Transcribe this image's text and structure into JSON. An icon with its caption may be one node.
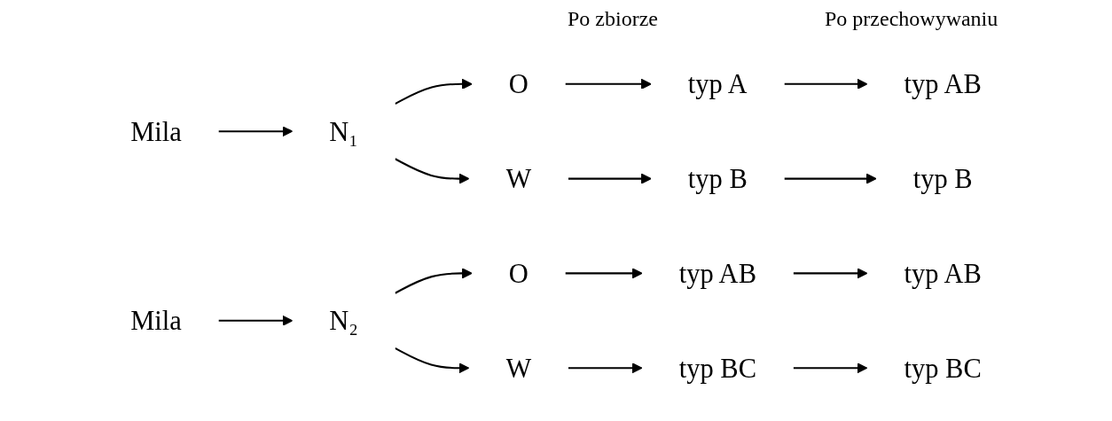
{
  "diagram": {
    "nodes": [
      {
        "text": [
          "Mila"
        ]
      },
      {
        "text": [
          "N₁"
        ]
      },
      {
        "text": [
          "O"
        ]
      },
      {
        "text": [
          "typ A"
        ]
      },
      {
        "text": [
          "typ AB"
        ]
      },
      {
        "text": [
          "W"
        ]
      },
      {
        "text": [
          "typ B"
        ]
      },
      {
        "text": [
          "typ B"
        ]
      },
      {
        "text": [
          "Mila"
        ]
      },
      {
        "text": [
          "N₂"
        ]
      },
      {
        "text": [
          "O"
        ]
      },
      {
        "text": [
          "typ AB"
        ]
      },
      {
        "text": [
          "typ AB"
        ]
      },
      {
        "text": [
          "W"
        ]
      },
      {
        "text": [
          "typ BC"
        ]
      },
      {
        "text": [
          "typ BC"
        ]
      }
    ],
    "edges": [
      {
        "from": 0,
        "to": 1,
        "arrow": "to"
      },
      {
        "from": 1,
        "to": 2,
        "arrow": "to"
      },
      {
        "from": 2,
        "to": 3,
        "arrow": "to"
      },
      {
        "from": 3,
        "to": 4,
        "arrow": "to"
      },
      {
        "from": 1,
        "to": 5,
        "arrow": "to"
      },
      {
        "from": 5,
        "to": 6,
        "arrow": "to"
      },
      {
        "from": 6,
        "to": 7,
        "arrow": "to"
      },
      {
        "from": 8,
        "to": 9,
        "arrow": "to"
      },
      {
        "from": 9,
        "to": 10,
        "arrow": "to"
      },
      {
        "from": 10,
        "to": 11,
        "arrow": "to"
      },
      {
        "from": 11,
        "to": 12,
        "arrow": "to"
      },
      {
        "from": 9,
        "to": 13,
        "arrow": "to"
      },
      {
        "from": 13,
        "to": 14,
        "arrow": "to"
      },
      {
        "from": 14,
        "to": 15,
        "arrow": "to"
      }
    ],
    "labels": [
      "Po zbiorze",
      "Po przechowywaniu"
    ]
  }
}
